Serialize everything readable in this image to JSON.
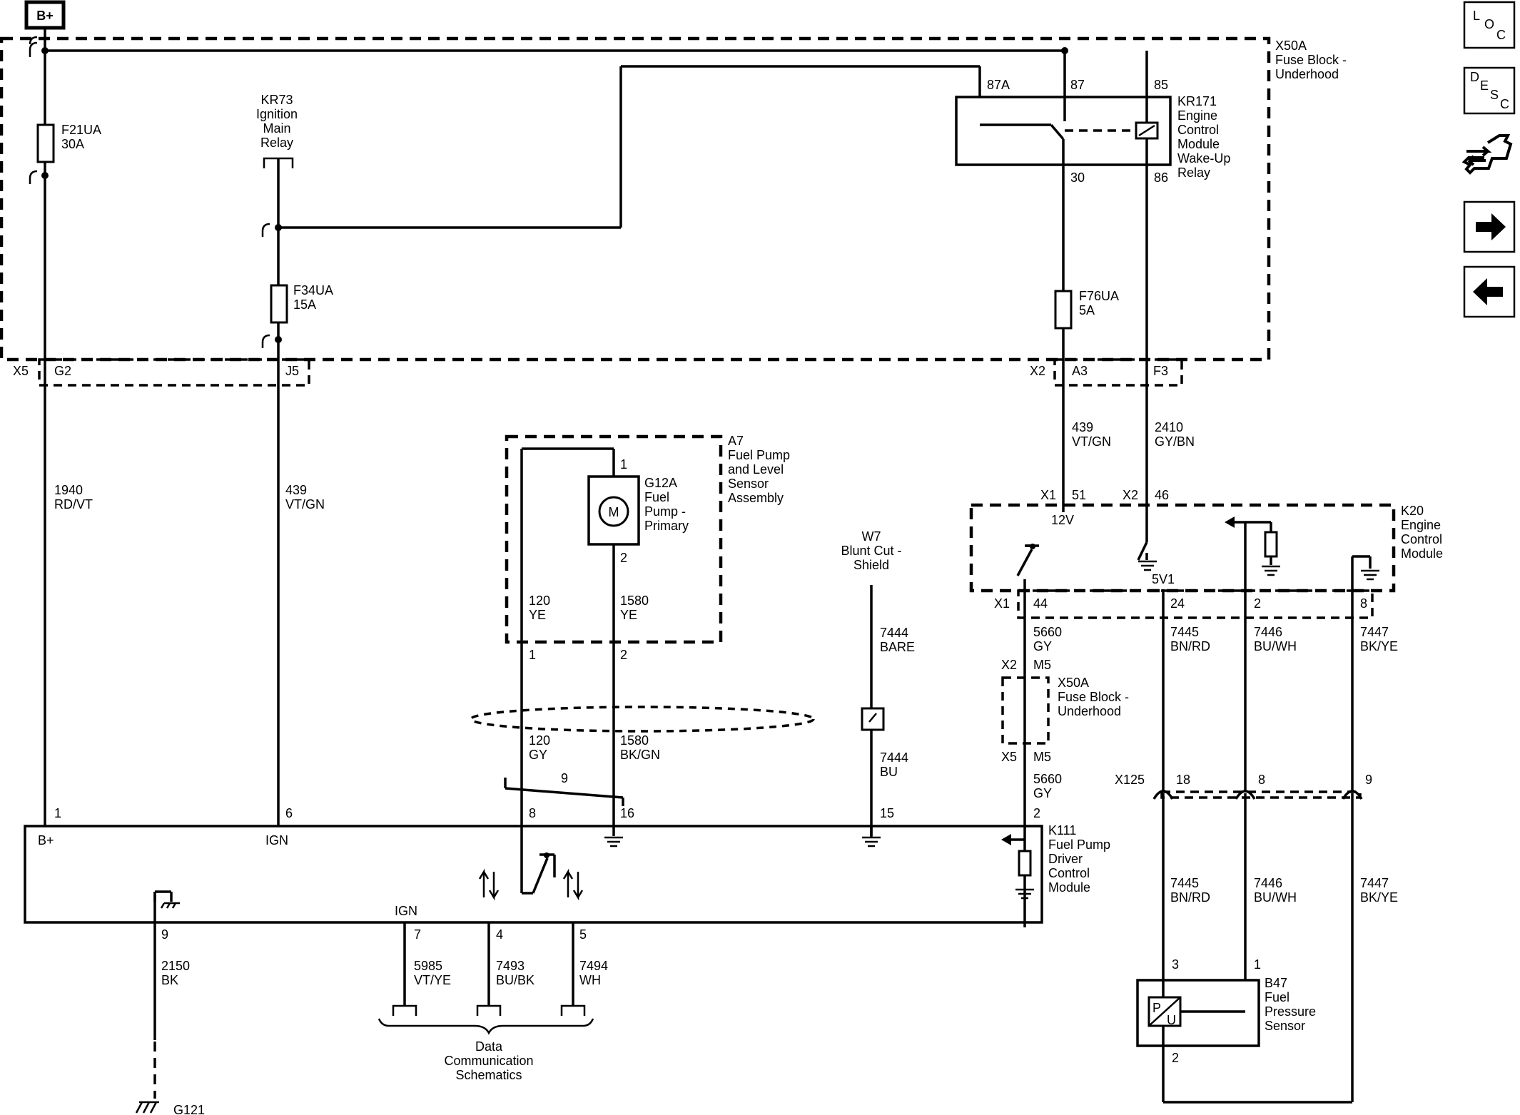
{
  "battery": "B+",
  "fuse_block": {
    "id": "X50A",
    "name": "Fuse Block -\nUnderhood"
  },
  "fuses": [
    {
      "id": "F21UA",
      "rating": "30A"
    },
    {
      "id": "F34UA",
      "rating": "15A"
    },
    {
      "id": "F76UA",
      "rating": "5A"
    }
  ],
  "relays": {
    "kr73": {
      "id": "KR73",
      "name": "Ignition\nMain\nRelay"
    },
    "kr171": {
      "id": "KR171",
      "name": "Engine\nControl\nModule\nWake-Up\nRelay",
      "pins": [
        "87A",
        "87",
        "85",
        "30",
        "86"
      ]
    }
  },
  "connectors": {
    "x5": "X5",
    "g2": "G2",
    "j5": "J5",
    "x2": "X2",
    "a3": "A3",
    "f3": "F3",
    "k20_x1": "X1",
    "p51": "51",
    "k20_x2": "X2",
    "p46": "46",
    "k20_x1b": "X1",
    "p44": "44",
    "p24": "24",
    "p2": "2",
    "p8": "8",
    "x2m5": "X2",
    "m5a": "M5",
    "x5m5": "X5",
    "m5b": "M5",
    "x125": "X125",
    "p18": "18",
    "p8b": "8",
    "p9": "9"
  },
  "wires": [
    {
      "circuit": "1940",
      "color": "RD/VT"
    },
    {
      "circuit": "439",
      "color": "VT/GN"
    },
    {
      "circuit": "439",
      "color": "VT/GN"
    },
    {
      "circuit": "2410",
      "color": "GY/BN"
    },
    {
      "circuit": "120",
      "color": "YE"
    },
    {
      "circuit": "1580",
      "color": "YE"
    },
    {
      "circuit": "120",
      "color": "GY"
    },
    {
      "circuit": "1580",
      "color": "BK/GN"
    },
    {
      "circuit": "7444",
      "color": "BARE"
    },
    {
      "circuit": "7444",
      "color": "BU"
    },
    {
      "circuit": "5660",
      "color": "GY"
    },
    {
      "circuit": "5660",
      "color": "GY"
    },
    {
      "circuit": "7445",
      "color": "BN/RD"
    },
    {
      "circuit": "7446",
      "color": "BU/WH"
    },
    {
      "circuit": "7447",
      "color": "BK/YE"
    },
    {
      "circuit": "7445",
      "color": "BN/RD"
    },
    {
      "circuit": "7446",
      "color": "BU/WH"
    },
    {
      "circuit": "7447",
      "color": "BK/YE"
    },
    {
      "circuit": "2150",
      "color": "BK"
    },
    {
      "circuit": "5985",
      "color": "VT/YE"
    },
    {
      "circuit": "7493",
      "color": "BU/BK"
    },
    {
      "circuit": "7494",
      "color": "WH"
    }
  ],
  "components": {
    "a7": {
      "id": "A7",
      "name": "Fuel Pump\nand Level\nSensor\nAssembly"
    },
    "g12a": {
      "id": "G12A",
      "name": "Fuel\nPump -\nPrimary",
      "symbol": "M",
      "pins": [
        "1",
        "2"
      ]
    },
    "a7_pins": [
      "1",
      "2"
    ],
    "w7": {
      "id": "W7",
      "name": "Blunt Cut -\nShield"
    },
    "k20": {
      "id": "K20",
      "name": "Engine\nControl\nModule",
      "v12": "12V",
      "v5": "5V1"
    },
    "x50a2": {
      "id": "X50A",
      "name": "Fuse Block -\nUnderhood"
    },
    "k111": {
      "id": "K111",
      "name": "Fuel Pump\nDriver\nControl\nModule",
      "b_plus": "B+",
      "ign": "IGN",
      "ign2": "IGN",
      "pins": [
        "1",
        "6",
        "8",
        "9",
        "16",
        "15",
        "2",
        "9",
        "7",
        "4",
        "5"
      ]
    },
    "b47": {
      "id": "B47",
      "name": "Fuel\nPressure\nSensor",
      "p": "P",
      "u": "U",
      "pins": [
        "3",
        "1",
        "2"
      ]
    },
    "g121": {
      "id": "G121"
    },
    "data_comm": {
      "label": "Data\nCommunication\nSchematics"
    }
  },
  "nav": {
    "loc": [
      "L",
      "O",
      "C"
    ],
    "desc": [
      "D",
      "E",
      "S",
      "C"
    ],
    "icons": [
      "connector-end-view-icon",
      "forward-arrow-icon",
      "back-arrow-icon"
    ]
  }
}
